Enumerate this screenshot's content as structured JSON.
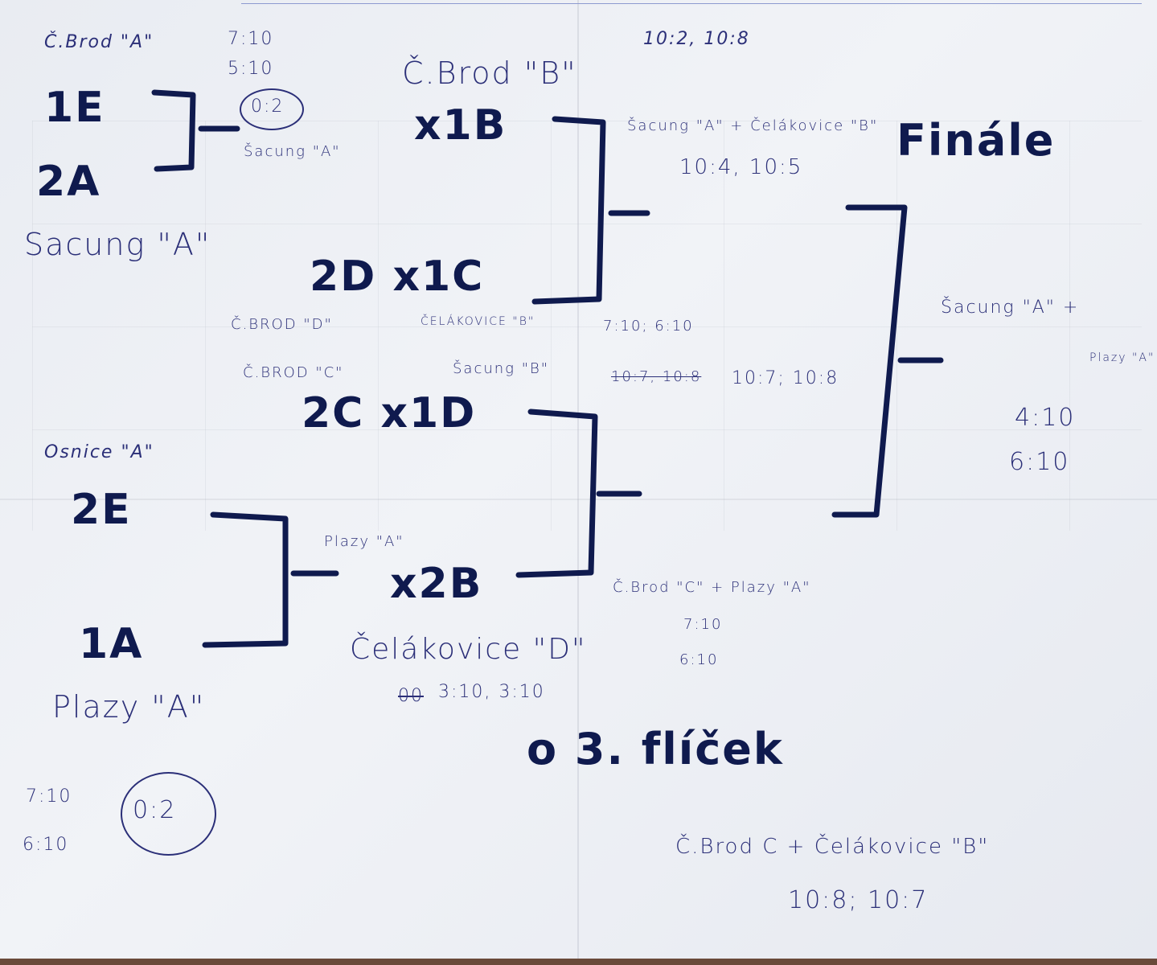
{
  "left_column": {
    "cbrod_a_label": "Č.Brod \"A\"",
    "seed_1e": "1E",
    "seed_2a": "2A",
    "sacung_a_label": "Sacung \"A\"",
    "osnice_a_label": "Osnice \"A\"",
    "seed_2e": "2E",
    "seed_1a": "1A",
    "plazy_a_label": "Plazy \"A\"",
    "score_top_1": "7:10",
    "score_top_2": "5:10",
    "score_top_circled": "0:2",
    "score_top_winner": "Šacung \"A\"",
    "score_bottom_1": "7:10",
    "score_bottom_2": "6:10",
    "score_bottom_circled": "0:2"
  },
  "middle_column": {
    "cbrod_b_label": "Č.Brod \"B\"",
    "seed_x1b": "x1B",
    "score_x1b": "10:2, 10:8",
    "seed_2d_x1c": "2D x1C",
    "cbrod_d_label": "Č.BROD \"D\"",
    "celakovice_b_label": "ČELÁKOVICE \"B\"",
    "score_2d_x1c": "7:10; 6:10",
    "cbrod_c_label": "Č.BROD \"C\"",
    "sacung_b_label": "Šacung \"B\"",
    "seed_2c_x1d": "2C x1D",
    "score_2c_strike": "10:7, 10:8",
    "score_2c_x1d": "10:7; 10:8",
    "plazy_a_small": "Plazy \"A\"",
    "seed_x2b": "x2B",
    "celakovice_d_label": "Čelákovice \"D\"",
    "score_x2b_strike": "00",
    "score_x2b": "3:10, 3:10"
  },
  "semifinals": {
    "top_pair": "Šacung \"A\" + Čelákovice \"B\"",
    "top_score": "10:4, 10:5",
    "bottom_pair": "Č.Brod \"C\" + Plazy \"A\"",
    "bottom_score_1": "7:10",
    "bottom_score_2": "6:10"
  },
  "final": {
    "heading": "Finále",
    "pair_line_1": "Šacung \"A\" +",
    "pair_line_2": "Plazy \"A\"",
    "score_1": "4:10",
    "score_2": "6:10"
  },
  "third_place": {
    "heading": "o 3. flíček",
    "pair": "Č.Brod C + Čelákovice \"B\"",
    "score": "10:8; 10:7"
  },
  "colors": {
    "ink_dark": "#0f1a4e",
    "ink_pen": "#2b2f78",
    "paper": "#eceef3",
    "table": "#6a4a3a"
  }
}
